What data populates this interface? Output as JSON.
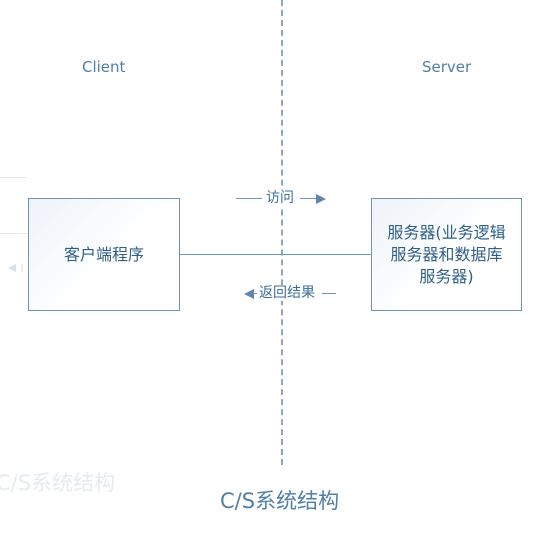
{
  "diagram": {
    "labels": {
      "client": "Client",
      "server": "Server"
    },
    "nodes": {
      "client_program": "客户端程序",
      "server_program": "服务器(业务逻辑\n服务器和数据库\n服务器)"
    },
    "edges": {
      "visit": "访问",
      "return_result": "返回结果"
    },
    "caption": "C/S系统结构",
    "colors": {
      "text": "#4f7fa6",
      "border": "#6f93b5",
      "dashed_divider": "#8aa8c4",
      "node_fill": "#eef3f9"
    },
    "icons": {
      "visit_arrow": "right-arrow-icon",
      "return_arrow": "left-arrow-icon"
    }
  }
}
